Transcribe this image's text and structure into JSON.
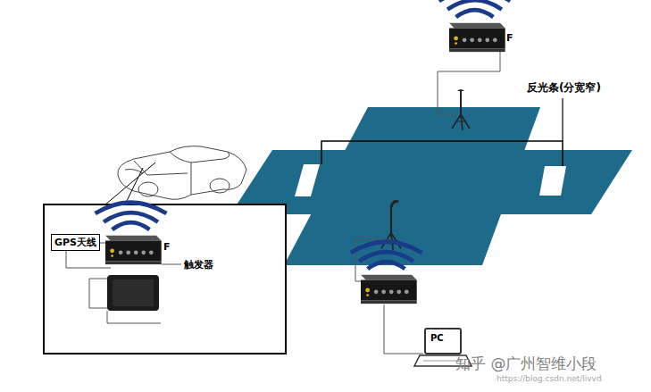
{
  "diagram": {
    "nodes": [
      {
        "text": [
          "GPS天线"
        ]
      },
      {
        "text": [
          "触发器"
        ]
      },
      {
        "text": [
          "PC"
        ]
      }
    ],
    "labels": [
      "反光条(分宽窄)",
      "F",
      "F",
      "知乎 @广州智维小段",
      "https://blog.csdn.net/livvd"
    ]
  }
}
